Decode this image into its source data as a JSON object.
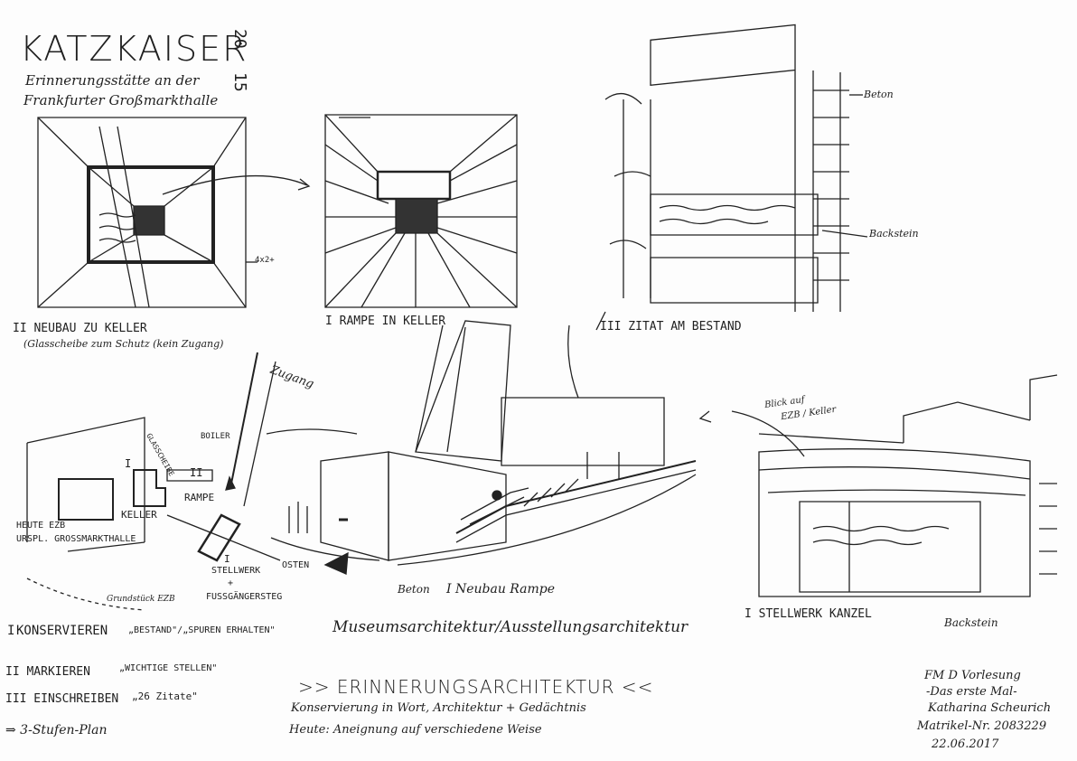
{
  "header": {
    "title": "KATZKAISER",
    "year_vertical": "20",
    "year_vertical2": "15",
    "subtitle_line1": "Erinnerungsstätte an der",
    "subtitle_line2": "Frankfurter Großmarkthalle"
  },
  "sketches": {
    "s1": {
      "label": "II NEUBAU ZU KELLER",
      "note": "(Glasscheibe zum Schutz (kein Zugang)",
      "dim": "4x2+"
    },
    "s2": {
      "label": "I RAMPE IN KELLER"
    },
    "s3": {
      "label": "III ZITAT AM BESTAND",
      "tag_top": "Beton",
      "tag_mid": "Backstein"
    },
    "s4": {
      "zugang": "Zugang",
      "glasscheibe": "GLASSCHEIBE",
      "boiler": "BOILER",
      "rampe": "RAMPE",
      "keller": "KELLER",
      "heute1": "HEUTE EZB",
      "heute2": "URSPL. GROSSMARKTHALLE",
      "stellwerk_num": "I",
      "stellwerk1": "STELLWERK",
      "stellwerk_plus": "+",
      "stellwerk2": "FUSSGÄNGERSTEG",
      "osten": "OSTEN",
      "grund": "Grundstück EZB",
      "num2": "II",
      "num3": "I"
    },
    "s5": {
      "label_beton": "Beton",
      "label": "I Neubau Rampe"
    },
    "s6": {
      "blick": "Blick auf",
      "blick2": "EZB / Keller",
      "label": "I STELLWERK KANZEL",
      "tag": "Backstein"
    }
  },
  "legend": {
    "row1_num": "I",
    "row1_text": "KONSERVIEREN",
    "row1_quote": "„BESTAND\"/„SPUREN ERHALTEN\"",
    "row1_right": "Museumsarchitektur/Ausstellungsarchitektur",
    "row2_text": "II MARKIEREN",
    "row2_quote": "„WICHTIGE STELLEN\"",
    "row3_text": "III EINSCHREIBEN",
    "row3_quote": "„26 Zitate\"",
    "row4_text": "⇒ 3-Stufen-Plan"
  },
  "center": {
    "heading": ">> ERINNERUNGSARCHITEKTUR <<",
    "line1": "Konservierung in Wort, Architektur + Gedächtnis",
    "line2": "Heute: Aneignung auf verschiedene Weise"
  },
  "author": {
    "line1": "FM D Vorlesung",
    "line2": "-Das erste Mal-",
    "line3": "Katharina Scheurich",
    "line4": "Matrikel-Nr. 2083229",
    "line5": "22.06.2017"
  },
  "colors": {
    "ink": "#1f1f1f",
    "paper": "#fdfdfd"
  }
}
